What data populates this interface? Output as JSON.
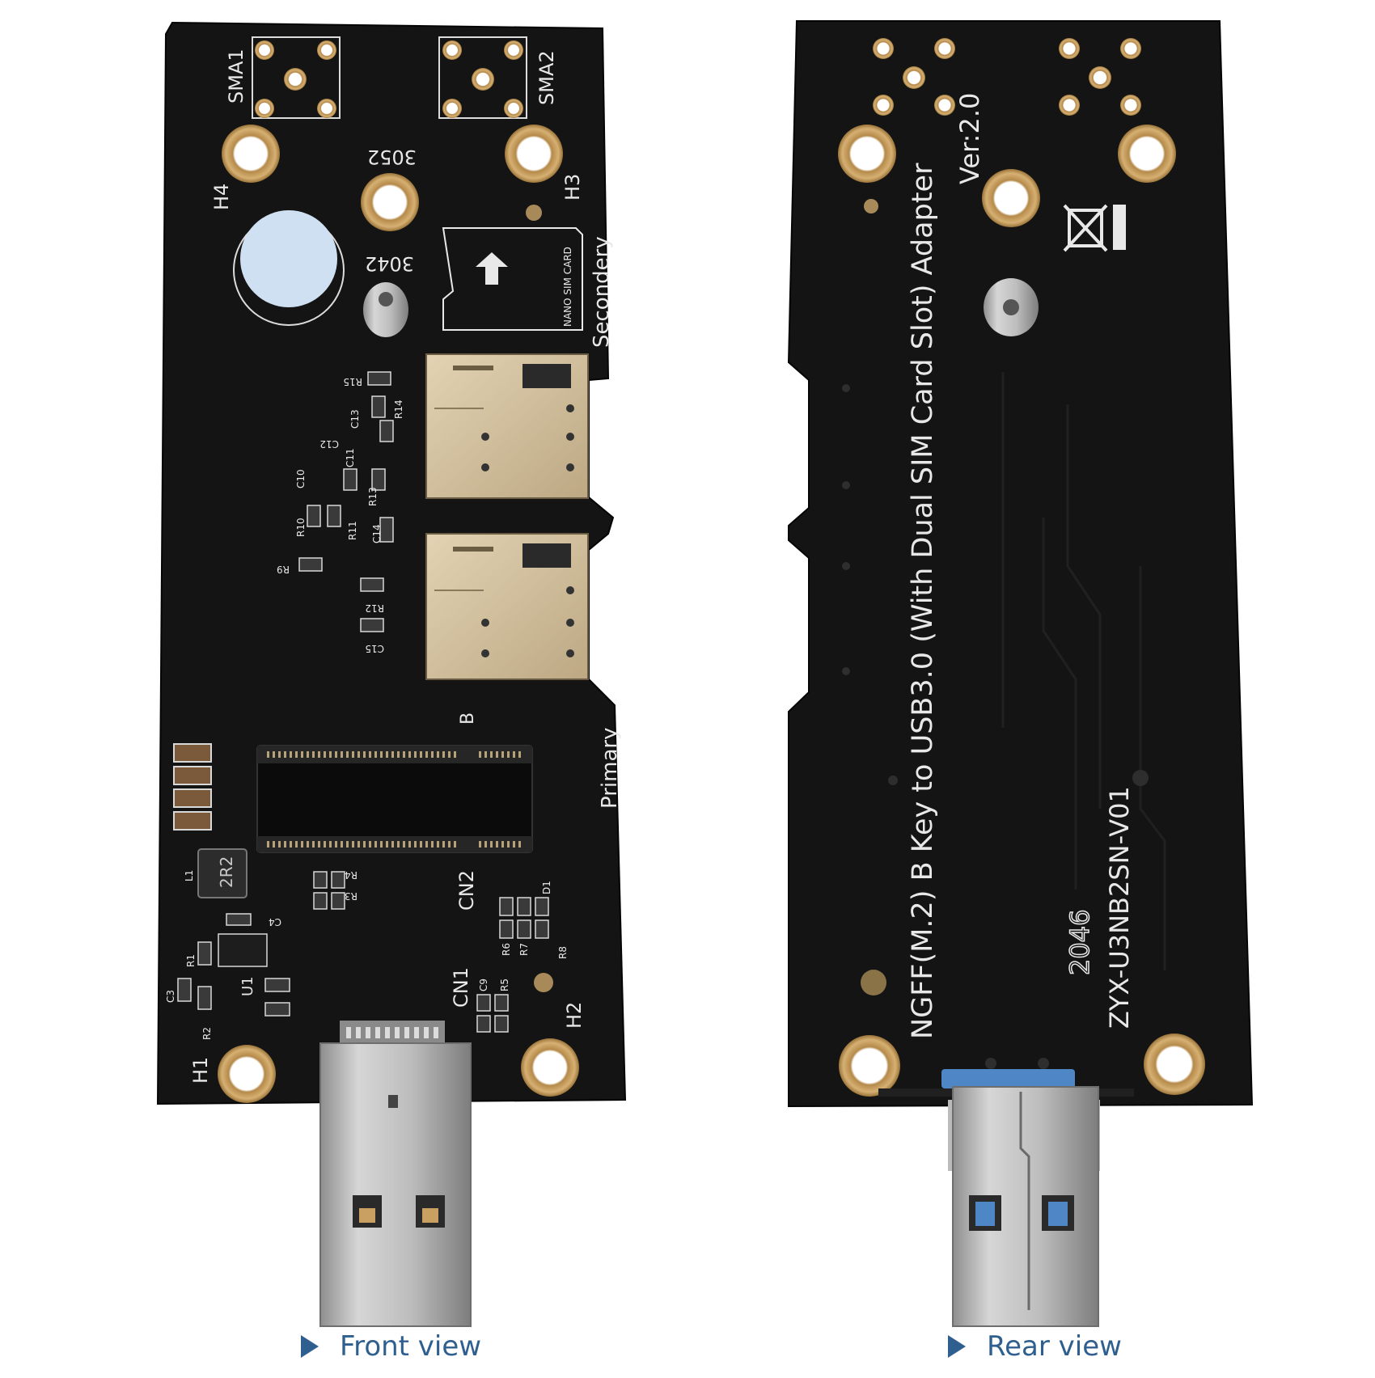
{
  "front": {
    "silk": {
      "sma1": "SMA1",
      "sma2": "SMA2",
      "h1": "H1",
      "h2": "H2",
      "h3": "H3",
      "h4": "H4",
      "s3052": "3052",
      "s3042": "3042",
      "secondary": "Secondery",
      "primary": "Primary",
      "nano_sim": "NANO SIM CARD",
      "cn1": "CN1",
      "cn2": "CN2",
      "key_b": "B",
      "inductor": "2R2",
      "u1": "U1",
      "l1": "L1",
      "d1": "D1",
      "r1": "R1",
      "r2": "R2",
      "r3": "R3",
      "r4": "R4",
      "r5": "R5",
      "r6": "R6",
      "r7": "R7",
      "r8": "R8",
      "r9": "R9",
      "r10": "R10",
      "r11": "R11",
      "r12": "R12",
      "r13": "R13",
      "r14": "R14",
      "r15": "R15",
      "c3": "C3",
      "c4": "C4",
      "c9": "C9",
      "c10": "C10",
      "c11": "C11",
      "c12": "C12",
      "c13": "C13",
      "c14": "C14",
      "c15": "C15"
    }
  },
  "rear": {
    "silk": {
      "title": "NGFF(M.2) B Key  to USB3.0 (With Dual SIM Card Slot) Adapter",
      "version": "Ver:2.0",
      "model": "ZYX-U3NB2SN-V01",
      "date_code": "2046"
    }
  },
  "captions": {
    "front": "Front view",
    "rear": "Rear view"
  },
  "colors": {
    "pcb": "#141414",
    "silk": "#e8e8e8",
    "pad_gold": "#c9a062",
    "usb_metal": "#b9b9b9",
    "usb_blue": "#4f86c6",
    "caption": "#2f5f8f"
  }
}
